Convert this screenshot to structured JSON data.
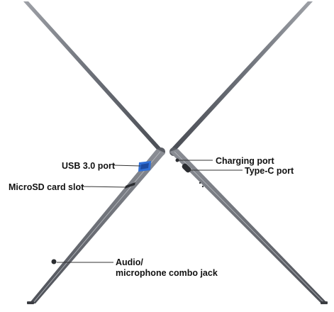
{
  "callouts": {
    "usb": "USB 3.0 port",
    "microsd": "MicroSD card slot",
    "audio_line1": "Audio/",
    "audio_line2": "microphone combo jack",
    "charging": "Charging port",
    "typec": "Type-C port"
  },
  "colors": {
    "background": "#ffffff",
    "chassis_dark": "#4a4d54",
    "chassis_mid": "#6e727a",
    "chassis_light": "#a9acb2",
    "usb_port_blue": "#2f6fd6",
    "leader_line": "#333333",
    "text": "#111111"
  }
}
